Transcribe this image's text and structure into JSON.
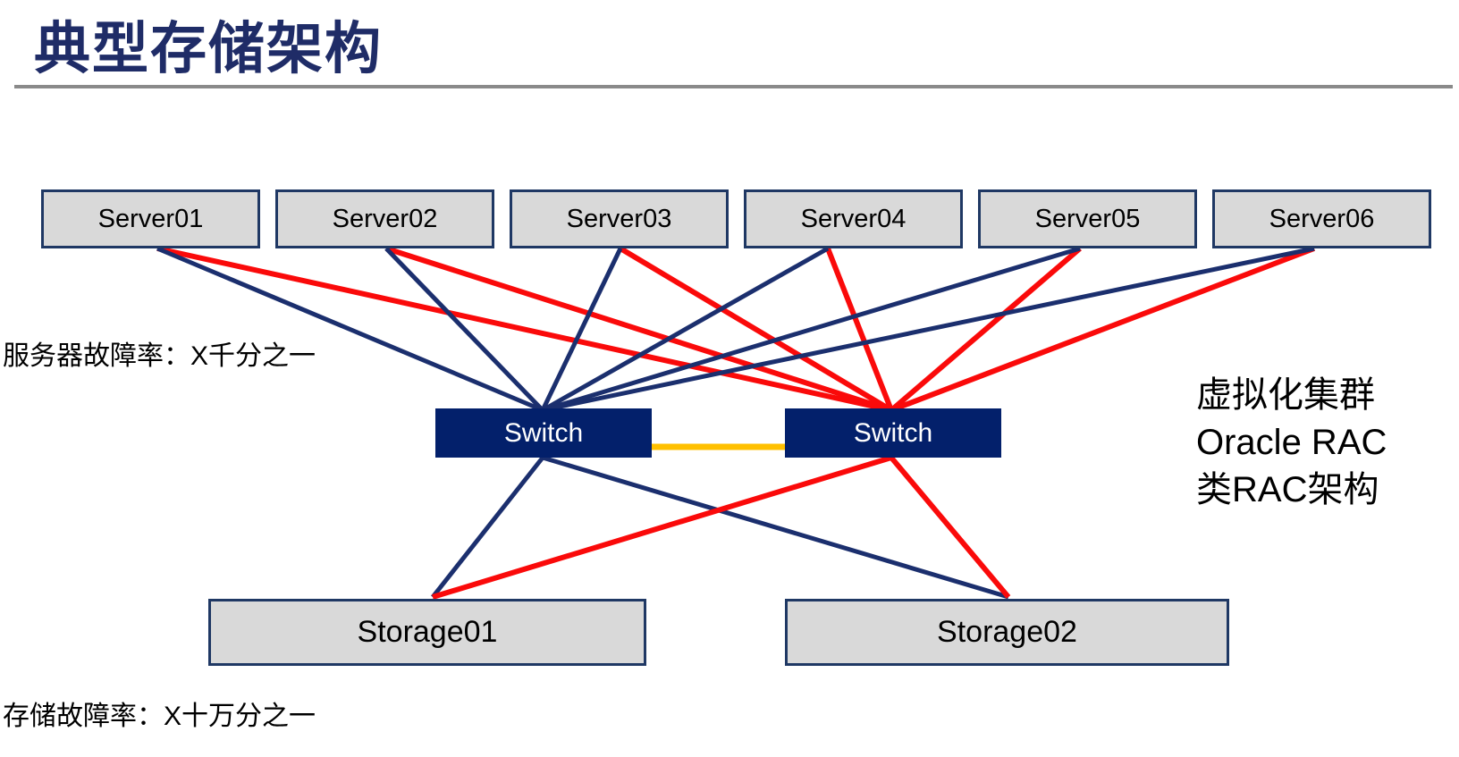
{
  "title": "典型存储架构",
  "servers": [
    "Server01",
    "Server02",
    "Server03",
    "Server04",
    "Server05",
    "Server06"
  ],
  "switches": [
    "Switch",
    "Switch"
  ],
  "storages": [
    "Storage01",
    "Storage02"
  ],
  "labels": {
    "server_failure_rate": "服务器故障率：X千分之一",
    "storage_failure_rate": "存储故障率：X十万分之一"
  },
  "annotation": {
    "lines": [
      "虚拟化集群",
      "Oracle RAC",
      "类RAC架构"
    ]
  },
  "links": {
    "server_to_left_switch_color": "navy",
    "server_to_right_switch_color": "red",
    "servers_linked_to_left_switch": [
      "Server01",
      "Server02",
      "Server03",
      "Server04",
      "Server05",
      "Server06"
    ],
    "servers_linked_to_right_switch": [
      "Server01",
      "Server02",
      "Server03",
      "Server04",
      "Server05",
      "Server06"
    ],
    "switch_interconnect": "left Switch ↔ right Switch (orange)",
    "left_switch_to_storages": [
      "Storage01",
      "Storage02"
    ],
    "right_switch_to_storages": [
      "Storage01",
      "Storage02"
    ]
  },
  "colors": {
    "title_navy": "#1F2C67",
    "navy_line": "#1B2F6E",
    "red_line": "#FA0A0A",
    "orange_link": "#FFC000",
    "switch_fill": "#03206B",
    "node_fill": "#D9D9D9",
    "node_border": "#1F3864",
    "divider_gray": "#8A8A8A"
  }
}
